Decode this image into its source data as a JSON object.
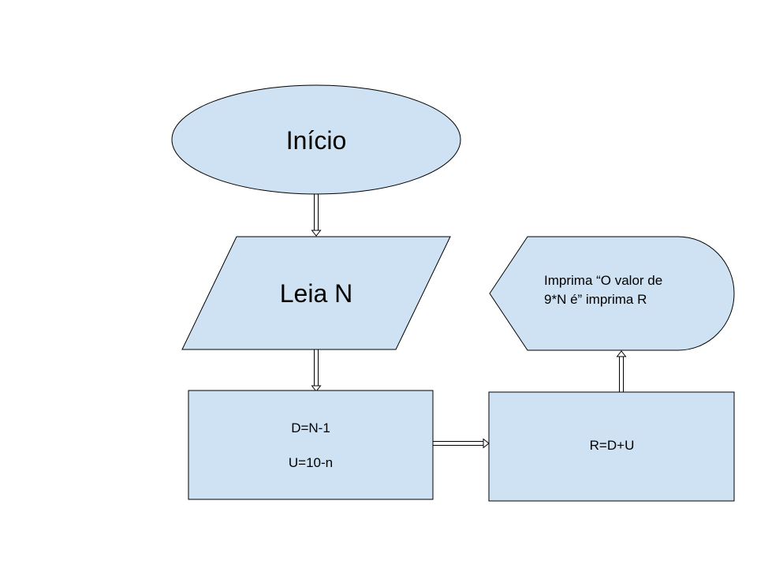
{
  "diagram": {
    "start": {
      "label": "Início"
    },
    "input": {
      "label": "Leia N"
    },
    "compute": {
      "line1": "D=N-1",
      "line2": "U=10-n"
    },
    "sum": {
      "label": "R=D+U"
    },
    "output": {
      "line1": "Imprima “O valor de",
      "line2": "9*N é” imprima R"
    }
  },
  "colors": {
    "node_fill": "#cfe2f3",
    "stroke": "#000000"
  }
}
